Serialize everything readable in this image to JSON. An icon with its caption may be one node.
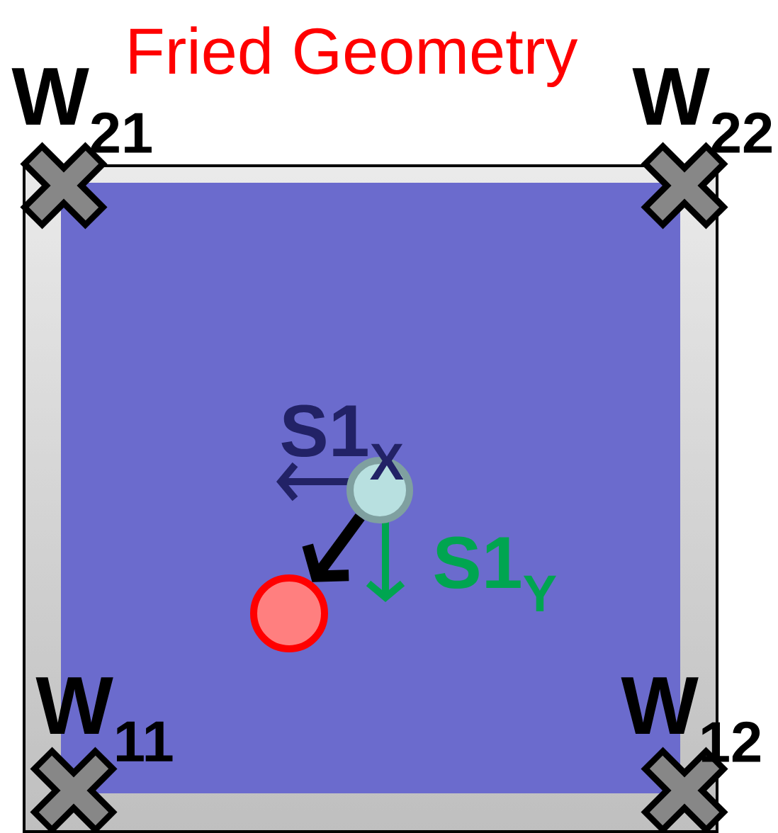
{
  "diagram": {
    "title": "Fried Geometry",
    "nodes": [
      {
        "text": [],
        "shape": "circle"
      },
      {
        "text": [],
        "shape": "circle"
      }
    ],
    "edges": [
      {
        "from": 0,
        "to": 1,
        "arrow": "to"
      }
    ],
    "labels": [
      "W$_{21}$",
      "W$_{22}$",
      "S1$_{X}$",
      "S1$_{Y}$",
      "W$_{11}$",
      "W$_{12}$"
    ]
  }
}
